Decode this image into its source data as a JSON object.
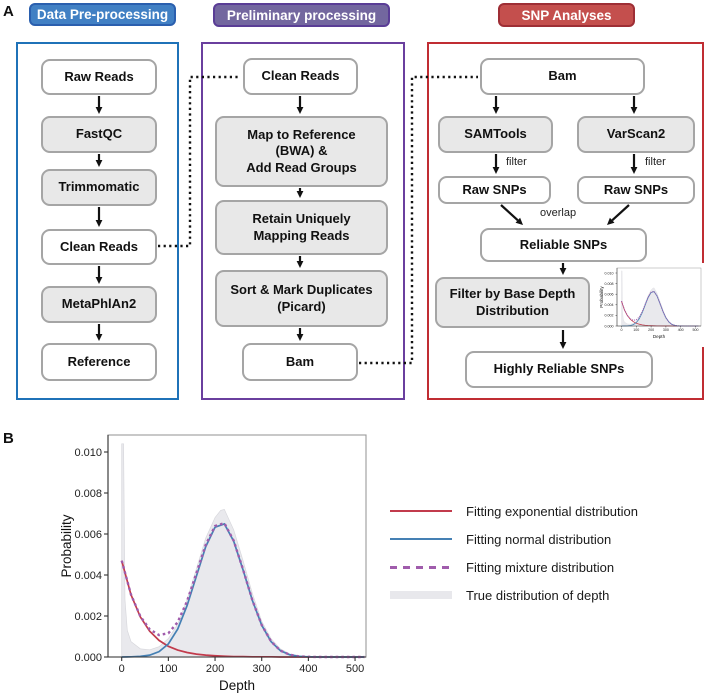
{
  "figure": {
    "panel_a_label": "A",
    "panel_b_label": "B"
  },
  "flowchart": {
    "columns": [
      {
        "title": "Data Pre-processing",
        "accent": "#3a7cc3",
        "nodes": [
          "Raw Reads",
          "FastQC",
          "Trimmomatic",
          "Clean Reads",
          "MetaPhlAn2",
          "Reference"
        ]
      },
      {
        "title": "Preliminary processing",
        "accent": "#72679f",
        "nodes": [
          "Clean Reads",
          "Map to Reference\n(BWA) &\nAdd Read Groups",
          "Retain Uniquely\nMapping Reads",
          "Sort & Mark Duplicates\n(Picard)",
          "Bam"
        ]
      },
      {
        "title": "SNP Analyses",
        "accent": "#c24b4b",
        "nodes": [
          "Bam",
          "SAMTools",
          "VarScan2",
          "Raw SNPs",
          "Raw SNPs",
          "Reliable SNPs",
          "Filter by Base Depth\nDistribution",
          "Highly Reliable SNPs"
        ]
      }
    ],
    "edge_labels": {
      "filter_left": "filter",
      "filter_right": "filter",
      "overlap": "overlap"
    }
  },
  "legend": {
    "items": [
      {
        "label": "Fitting exponential distribution",
        "color": "#c23b4c",
        "style": "solid"
      },
      {
        "label": "Fitting normal distribution",
        "color": "#4580b4",
        "style": "solid"
      },
      {
        "label": "Fitting mixture distribution",
        "color": "#a05cac",
        "style": "dashed"
      },
      {
        "label": "True distribution of depth",
        "color": "#e8e8ec",
        "style": "band"
      }
    ]
  },
  "chart_data": {
    "type": "line",
    "title": "",
    "xlabel": "Depth",
    "ylabel": "Probability",
    "xticks": [
      0,
      100,
      200,
      300,
      400,
      500
    ],
    "ytick_labels": [
      "0.000",
      "0.002",
      "0.004",
      "0.006",
      "0.008",
      "0.010"
    ],
    "yticks": [
      0,
      0.002,
      0.004,
      0.006,
      0.008,
      0.01
    ],
    "xlim": [
      -29,
      527
    ],
    "ylim": [
      0,
      0.0108
    ],
    "grid": false,
    "legend_position": "right",
    "x": [
      0,
      20,
      40,
      60,
      80,
      100,
      120,
      140,
      160,
      180,
      200,
      220,
      240,
      260,
      280,
      300,
      320,
      340,
      360,
      380,
      400,
      420,
      440,
      460,
      480,
      500,
      520
    ],
    "series": [
      {
        "name": "Fitting exponential distribution",
        "color": "#c23b4c",
        "style": "solid",
        "values": [
          0.0047,
          0.00303,
          0.00195,
          0.00126,
          0.00081,
          0.00052,
          0.00034,
          0.00022,
          0.00014,
          9e-05,
          6e-05,
          4e-05,
          2e-05,
          2e-05,
          1e-05,
          1e-05,
          1e-05,
          0,
          0,
          0,
          0,
          0,
          0,
          0,
          0,
          0,
          0
        ]
      },
      {
        "name": "Fitting normal distribution",
        "color": "#4580b4",
        "style": "solid",
        "values": [
          0,
          1e-05,
          3e-05,
          9e-05,
          0.00026,
          0.00064,
          0.00136,
          0.0025,
          0.00394,
          0.00538,
          0.00633,
          0.00649,
          0.00565,
          0.00425,
          0.00276,
          0.00155,
          0.00075,
          0.00031,
          0.00011,
          3e-05,
          1e-05,
          0,
          0,
          0,
          0,
          0,
          0
        ]
      },
      {
        "name": "Fitting mixture distribution",
        "color": "#a05cac",
        "style": "dashed",
        "values": [
          0.0047,
          0.00304,
          0.00198,
          0.00135,
          0.00107,
          0.00116,
          0.0017,
          0.00272,
          0.00408,
          0.00547,
          0.00639,
          0.00653,
          0.00567,
          0.00427,
          0.00277,
          0.00156,
          0.00076,
          0.00031,
          0.00011,
          3e-05,
          1e-05,
          0,
          0,
          0,
          0,
          0,
          0
        ]
      }
    ],
    "true_distribution": {
      "name": "True distribution of depth",
      "color": "#e9e9ed",
      "points": [
        [
          0,
          0.0104
        ],
        [
          4,
          0.0104
        ],
        [
          7,
          0.0028
        ],
        [
          12,
          0.0013
        ],
        [
          20,
          0.00075
        ],
        [
          40,
          0.0004
        ],
        [
          60,
          0.00035
        ],
        [
          80,
          0.0005
        ],
        [
          100,
          0.0009
        ],
        [
          120,
          0.0016
        ],
        [
          140,
          0.0028
        ],
        [
          160,
          0.0043
        ],
        [
          180,
          0.0058
        ],
        [
          200,
          0.0068
        ],
        [
          212,
          0.00715
        ],
        [
          220,
          0.0072
        ],
        [
          228,
          0.0068
        ],
        [
          240,
          0.0062
        ],
        [
          260,
          0.0047
        ],
        [
          280,
          0.0031
        ],
        [
          300,
          0.00175
        ],
        [
          320,
          0.0009
        ],
        [
          340,
          0.0004
        ],
        [
          360,
          0.00015
        ],
        [
          380,
          6e-05
        ],
        [
          400,
          2e-05
        ],
        [
          440,
          1e-05
        ],
        [
          520,
          0
        ]
      ]
    }
  }
}
